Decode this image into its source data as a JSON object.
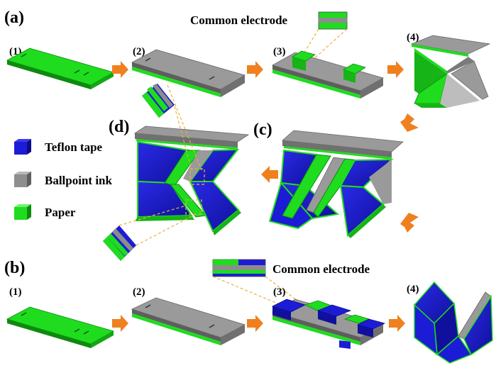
{
  "panels": {
    "a": "(a)",
    "b": "(b)",
    "c": "(c)",
    "d": "(d)"
  },
  "steps": {
    "s1": "(1)",
    "s2": "(2)",
    "s3": "(3)",
    "s4": "(4)"
  },
  "callouts": {
    "common_electrode_top": "Common electrode",
    "common_electrode_bottom": "Common electrode"
  },
  "legend": {
    "teflon": "Teflon tape",
    "ink": "Ballpoint ink",
    "paper": "Paper"
  },
  "colors": {
    "paper_green": "#1fdc1f",
    "paper_green_dark": "#0e8a0e",
    "ink_gray": "#9a9a9a",
    "ink_gray_dark": "#5e5e5e",
    "teflon_blue": "#1c1cd6",
    "teflon_blue_dark": "#0c0c8a",
    "arrow_orange": "#f0801e",
    "callout_dash": "#e8b23a"
  }
}
